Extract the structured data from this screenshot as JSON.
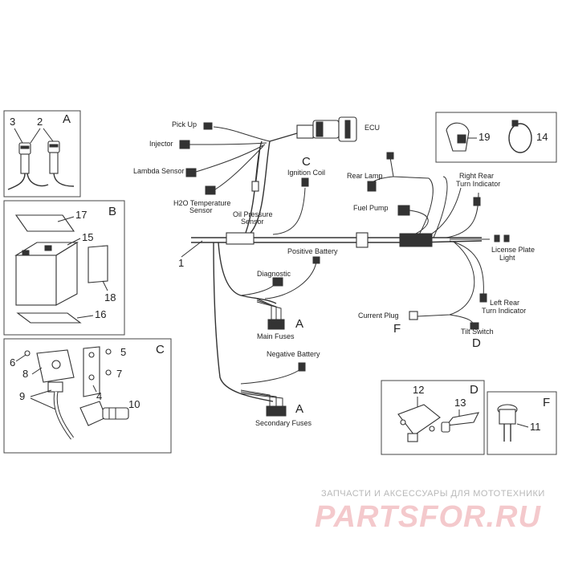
{
  "labels": {
    "pick_up": "Pick Up",
    "injector": "Injector",
    "lambda_sensor": "Lambda Sensor",
    "h2o_temperature_sensor_1": "H2O Temperature",
    "h2o_temperature_sensor_2": "Sensor",
    "oil_pressure_sensor_1": "Oil Pressure",
    "oil_pressure_sensor_2": "Sensor",
    "ecu": "ECU",
    "ignition_coil": "Ignition Coil",
    "rear_lamp": "Rear Lamp",
    "right_rear_turn_indicator_1": "Right Rear",
    "right_rear_turn_indicator_2": "Turn Indicator",
    "fuel_pump": "Fuel Pump",
    "license_plate_light_1": "License Plate",
    "license_plate_light_2": "Light",
    "positive_battery": "Positive Battery",
    "diagnostic": "Diagnostic",
    "left_rear_turn_indicator_1": "Left Rear",
    "left_rear_turn_indicator_2": "Turn Indicator",
    "current_plug": "Current Plug",
    "tilt_switch": "Tilt Switch",
    "main_fuses": "Main Fuses",
    "negative_battery": "Negative Battery",
    "secondary_fuses": "Secondary Fuses"
  },
  "letters": {
    "c_ignition": "C",
    "a_main": "A",
    "f_current": "F",
    "d_tilt": "D",
    "a_secondary": "A",
    "box_a": "A",
    "box_b": "B",
    "box_c": "C",
    "box_d": "D",
    "box_f": "F"
  },
  "part_numbers": {
    "p1": "1",
    "p2": "2",
    "p3": "3",
    "p4": "4",
    "p5": "5",
    "p6": "6",
    "p7": "7",
    "p8": "8",
    "p9": "9",
    "p10": "10",
    "p11": "11",
    "p12": "12",
    "p13": "13",
    "p14": "14",
    "p15": "15",
    "p16": "16",
    "p17": "17",
    "p18": "18",
    "p19": "19"
  },
  "watermark": {
    "tagline": "ЗАПЧАСТИ И АКСЕССУАРЫ ДЛЯ МОТОТЕХНИКИ",
    "brand": "PARTSFOR.RU"
  }
}
